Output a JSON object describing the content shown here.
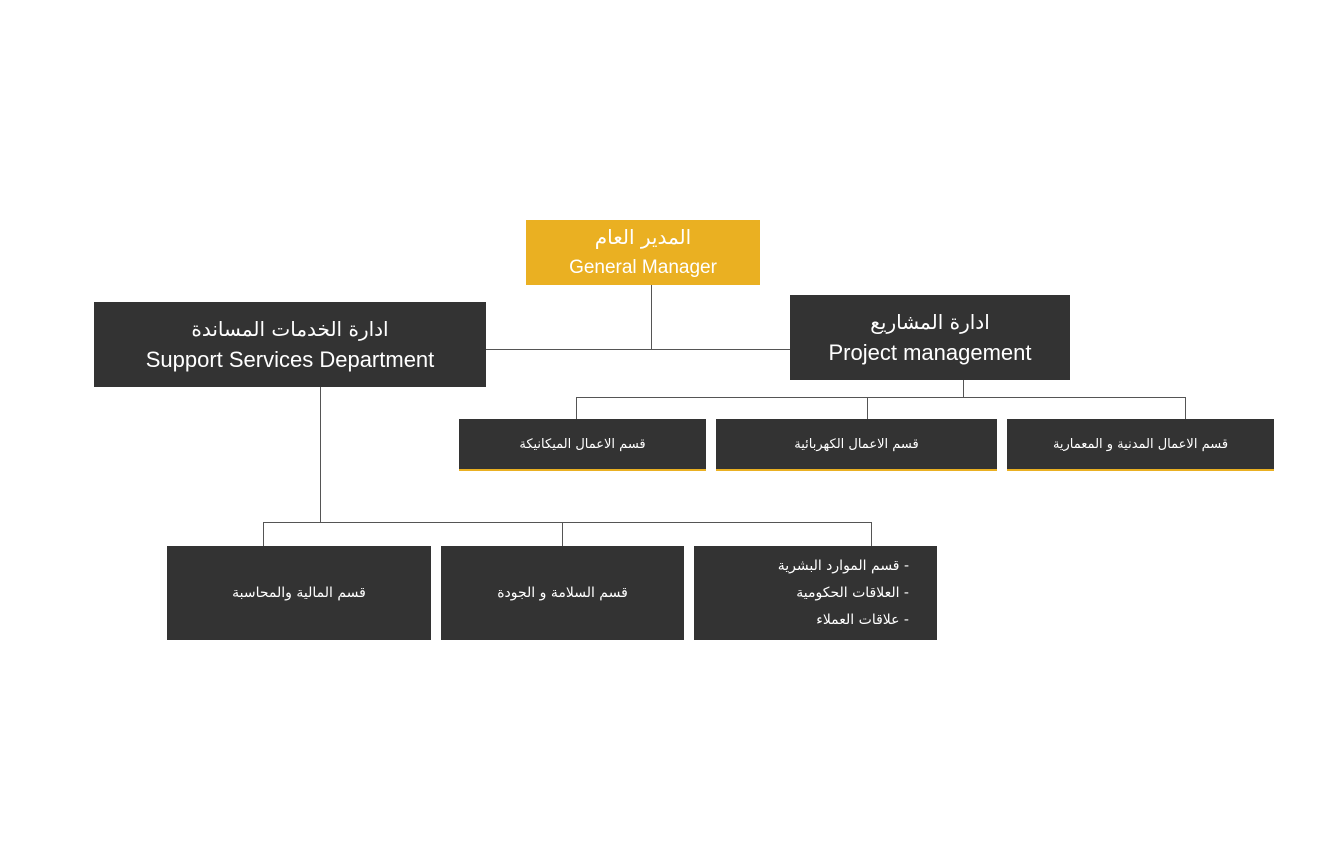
{
  "general_manager": {
    "ar": "المدير العام",
    "en": "General Manager"
  },
  "support_services": {
    "ar": "ادارة الخدمات المساندة",
    "en": "Support Services Department"
  },
  "project_management": {
    "ar": "ادارة المشاريع",
    "en": "Project management"
  },
  "project_sections": [
    "قسم الاعمال الميكانيكة",
    "قسم الاعمال الكهربائية",
    "قسم الاعمال المدنية و المعمارية"
  ],
  "support_sections": {
    "finance": "قسم المالية والمحاسبة",
    "safety": "قسم السلامة و الجودة",
    "hr_list": [
      "- قسم الموارد البشرية",
      "- العلاقات الحكومية",
      "- علاقات العملاء"
    ]
  },
  "colors": {
    "accent": "#EAB022",
    "box": "#333333"
  }
}
